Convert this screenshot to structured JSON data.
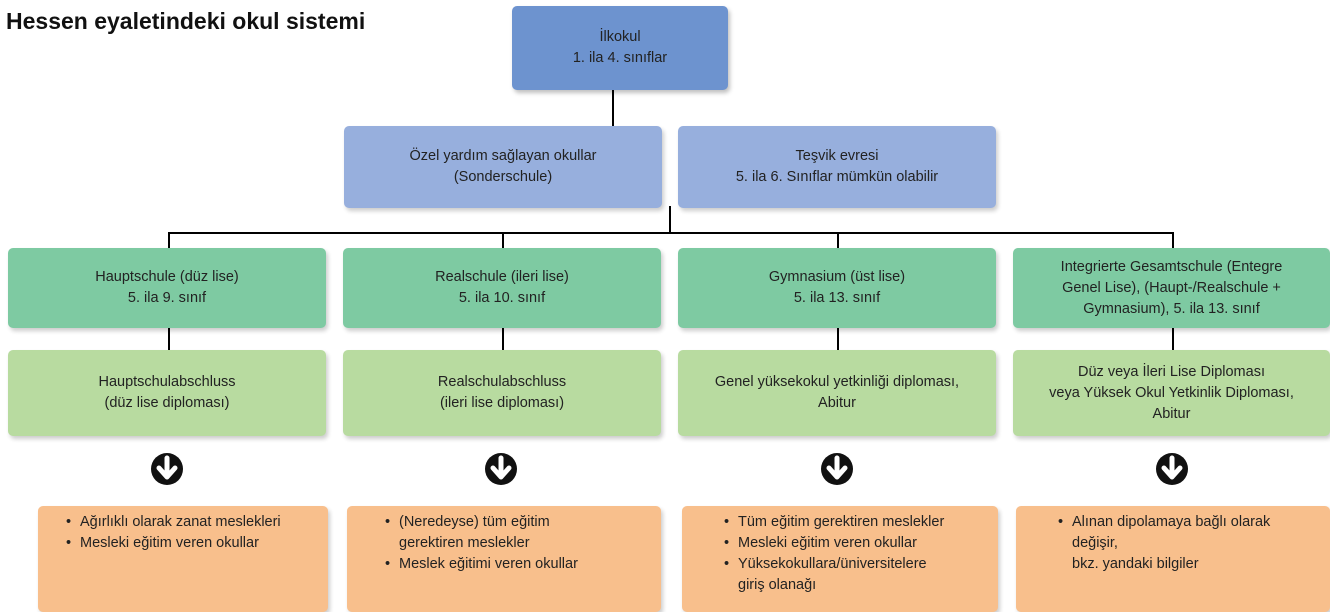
{
  "title": "Hessen eyaletindeki okul sistemi",
  "top": {
    "line1": "İlkokul",
    "line2": "1. ila 4. sınıflar"
  },
  "middle": [
    {
      "line1": "Özel yardım sağlayan okullar",
      "line2": "(Sonderschule)"
    },
    {
      "line1": "Teşvik evresi",
      "line2": "5. ila 6. Sınıflar mümkün olabilir"
    }
  ],
  "schools": [
    {
      "text": "Hauptschule (düz lise)\n5. ila 9. sınıf"
    },
    {
      "text": "Realschule (ileri lise)\n5. ila 10. sınıf"
    },
    {
      "text": "Gymnasium (üst lise)\n5. ila 13. sınıf"
    },
    {
      "text": "Integrierte Gesamtschule (Entegre\nGenel Lise), (Haupt-/Realschule +\nGymnasium), 5. ila 13. sınıf"
    }
  ],
  "diplomas": [
    {
      "text": "Hauptschulabschluss\n(düz lise diploması)"
    },
    {
      "text": "Realschulabschluss\n(ileri lise diploması)"
    },
    {
      "text": "Genel yüksekokul yetkinliği diploması,\nAbitur"
    },
    {
      "text": "Düz veya İleri Lise Diploması\nveya Yüksek Okul Yetkinlik Diploması,\nAbitur"
    }
  ],
  "careers": [
    {
      "items": [
        "Ağırlıklı olarak zanat meslekleri",
        "Mesleki eğitim veren okullar"
      ]
    },
    {
      "items": [
        "(Neredeyse) tüm eğitim\ngerektiren meslekler",
        "Meslek eğitimi veren okullar"
      ]
    },
    {
      "items": [
        "Tüm eğitim gerektiren meslekler",
        "Mesleki eğitim veren okullar",
        "Yüksekokullara/üniversitelere\ngiriş olanağı"
      ]
    },
    {
      "items": [
        "Alınan dipolamaya bağlı olarak\ndeğişir,\nbkz. yandaki bilgiler"
      ]
    }
  ],
  "colors": {
    "primary_school": "#6d93cf",
    "middle_tier": "#97afdd",
    "school_types": "#7ecaa2",
    "diplomas": "#b8dba0",
    "careers": "#f8bf8c"
  },
  "icons": [
    "arrow-down-circle-icon"
  ]
}
